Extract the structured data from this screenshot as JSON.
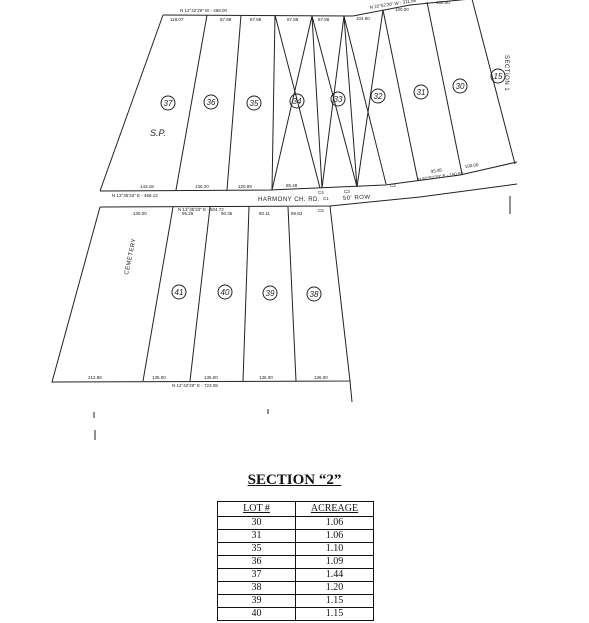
{
  "plat": {
    "road_name": "HARMONY CH. RD.",
    "row": "50' ROW",
    "cemetery_label": "CEMETERY",
    "section_side_label": "SECTION 1",
    "sp_label": "S.P.",
    "lots_north": [
      "37",
      "36",
      "35",
      "34",
      "33",
      "32",
      "31",
      "30",
      "15"
    ],
    "lots_south": [
      "41",
      "40",
      "39",
      "38"
    ],
    "north_line_label": "N 12°42'29\" W - 468.00",
    "northeast_line_label": "N 22°52'20\" W - 311.98",
    "road_north_label": "N 13°35'33\" E - 466.13",
    "road_south_label": "N 13°35'33\" E - 504.72",
    "south_line_label": "N 12°42'29\" E - 723.08",
    "road_east_label": "N 82°52'29\" E - 150.83",
    "frontage_north": [
      "118.07",
      "87.88",
      "87.88",
      "87.88",
      "87.88",
      "104.80",
      "100.00",
      "100.00"
    ],
    "frontage_south": [
      "130.00",
      "95.25",
      "90.36",
      "80.11",
      "89.83"
    ],
    "rear_south": [
      "212.88",
      "135.00",
      "135.00",
      "136.00",
      "136.00"
    ],
    "road_front_north": [
      "143.18",
      "136.20",
      "120.89",
      "85.48",
      "95.95",
      "100.00"
    ],
    "curve_labels": [
      "C4",
      "C3",
      "C2",
      "C1",
      "C5"
    ]
  },
  "section": {
    "title": "SECTION “2”"
  },
  "table": {
    "headers": [
      "LOT #",
      "ACREAGE"
    ],
    "rows": [
      [
        "30",
        "1.06"
      ],
      [
        "31",
        "1.06"
      ],
      [
        "35",
        "1.10"
      ],
      [
        "36",
        "1.09"
      ],
      [
        "37",
        "1.44"
      ],
      [
        "38",
        "1.20"
      ],
      [
        "39",
        "1.15"
      ],
      [
        "40",
        "1.15"
      ]
    ]
  }
}
